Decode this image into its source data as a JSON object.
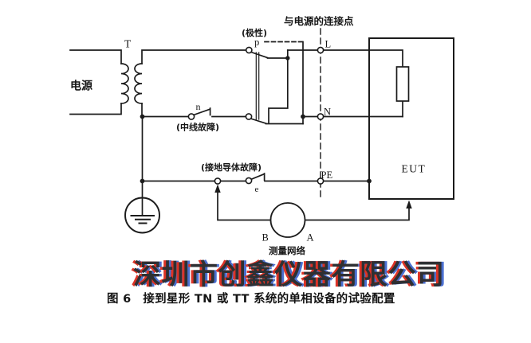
{
  "figure": {
    "labels": {
      "supply": "电源",
      "transformer": "T",
      "polarity": "(极性)",
      "polarity_switch": "p",
      "connection_point": "与电源的连接点",
      "line_terminal": "L",
      "neutral_terminal": "N",
      "pe_terminal": "PE",
      "neutral_switch": "n",
      "neutral_fault": "(中线故障)",
      "earth_fault": "(接地导体故障)",
      "earth_switch": "e",
      "eut": "EUT",
      "meter_terminal_b": "B",
      "meter_terminal_a": "A",
      "measurement_network": "测量网络"
    },
    "colors": {
      "line": "#1b1b1b",
      "background": "#ffffff",
      "watermark_body": "#2e3033",
      "watermark_red_fringe": "#dc3326",
      "watermark_blue_fringe": "#4a6fd0"
    }
  },
  "watermark": {
    "text": "深圳市创鑫仪器有限公司"
  },
  "caption": {
    "text": "图 6　接到星形 TN 或 TT 系统的单相设备的试验配置"
  }
}
